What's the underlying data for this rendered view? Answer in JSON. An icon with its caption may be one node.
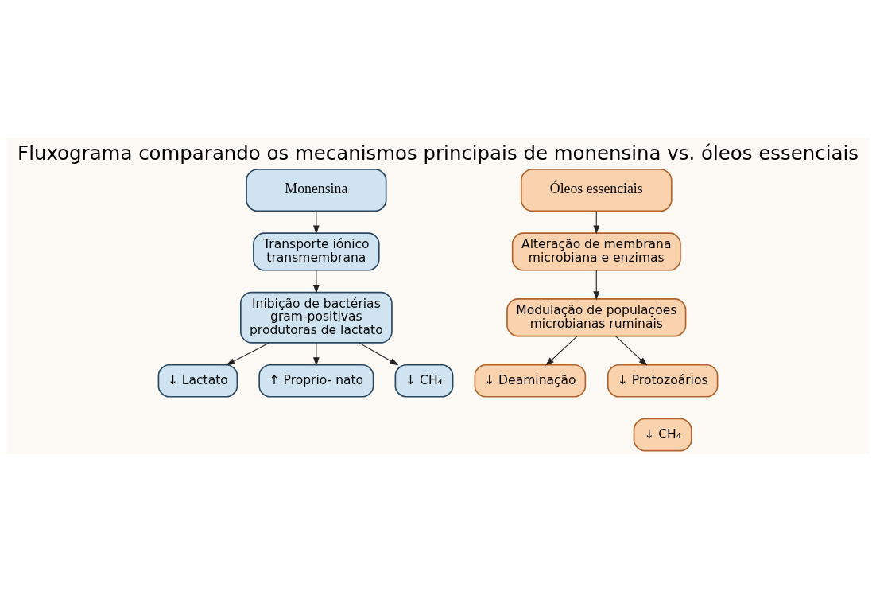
{
  "diagram": {
    "title": "Fluxograma comparando os mecanismos principais de monensina vs. óleos essenciais",
    "nodes": [
      {
        "text": [
          "Monensina"
        ]
      },
      {
        "text": [
          "Transporte iónico transmembrana"
        ]
      },
      {
        "text": [
          "Inibição de bactérias gram-positivas produtoras de lactato"
        ]
      },
      {
        "text": [
          "↓ Lactato"
        ]
      },
      {
        "text": [
          "↑ Proprio- nato"
        ]
      },
      {
        "text": [
          "↓ CH₄"
        ]
      },
      {
        "text": [
          "Óleos essenciais"
        ]
      },
      {
        "text": [
          "Alteração de membrana microbiana e enzimas"
        ]
      },
      {
        "text": [
          "Modulação de populações microbianas ruminais"
        ]
      },
      {
        "text": [
          "↓ Deaminação"
        ]
      },
      {
        "text": [
          "↓ Protozoários"
        ]
      },
      {
        "text": [
          "↓ CH₄"
        ]
      }
    ],
    "edges": [
      {
        "from": 0,
        "to": 1,
        "arrow": "to"
      },
      {
        "from": 1,
        "to": 2,
        "arrow": "to"
      },
      {
        "from": 2,
        "to": 3,
        "arrow": "to"
      },
      {
        "from": 2,
        "to": 4,
        "arrow": "to"
      },
      {
        "from": 2,
        "to": 5,
        "arrow": "to"
      },
      {
        "from": 6,
        "to": 7,
        "arrow": "to"
      },
      {
        "from": 7,
        "to": 8,
        "arrow": "to"
      },
      {
        "from": 8,
        "to": 9,
        "arrow": "to"
      },
      {
        "from": 8,
        "to": 10,
        "arrow": "to"
      }
    ]
  }
}
